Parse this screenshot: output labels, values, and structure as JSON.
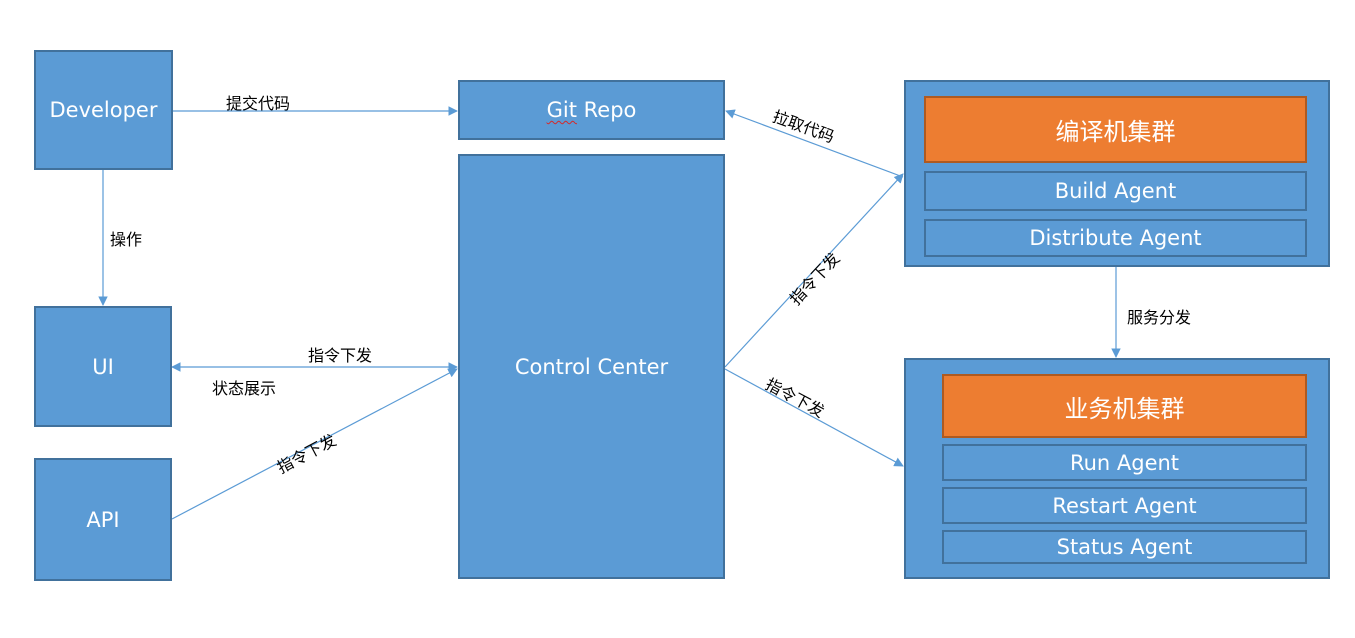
{
  "nodes": {
    "developer": "Developer",
    "ui": "UI",
    "api": "API",
    "git_repo_prefix": "Git",
    "git_repo_suffix": " Repo",
    "control_center": "Control Center"
  },
  "build_cluster": {
    "title": "编译机集群",
    "agents": [
      "Build Agent",
      "Distribute Agent"
    ]
  },
  "service_cluster": {
    "title": "业务机集群",
    "agents": [
      "Run Agent",
      "Restart Agent",
      "Status Agent"
    ]
  },
  "edges": {
    "dev_to_git": "提交代码",
    "dev_to_ui": "操作",
    "ui_cmd": "指令下发",
    "ui_status": "状态展示",
    "api_cmd": "指令下发",
    "pull_code": "拉取代码",
    "cc_to_build": "指令下发",
    "cc_to_service": "指令下发",
    "dispatch": "服务分发"
  },
  "colors": {
    "box_fill": "#5b9bd5",
    "box_border": "#41719c",
    "header_fill": "#ed7d31",
    "line": "#5b9bd5"
  }
}
